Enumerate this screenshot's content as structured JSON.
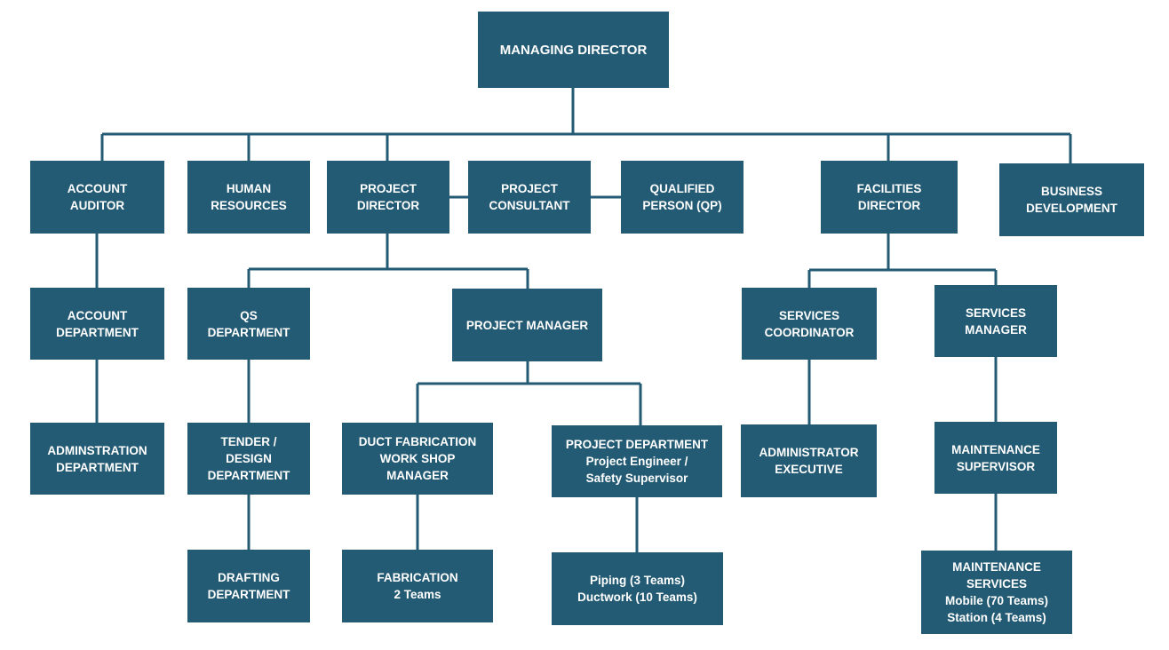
{
  "nodes": {
    "md": {
      "lines": [
        "MANAGING DIRECTOR"
      ]
    },
    "account_auditor": {
      "lines": [
        "ACCOUNT",
        "AUDITOR"
      ]
    },
    "human_resources": {
      "lines": [
        "HUMAN",
        "RESOURCES"
      ]
    },
    "project_director": {
      "lines": [
        "PROJECT",
        "DIRECTOR"
      ]
    },
    "project_consultant": {
      "lines": [
        "PROJECT",
        "CONSULTANT"
      ]
    },
    "qualified_person": {
      "lines": [
        "QUALIFIED",
        "PERSON (QP)"
      ]
    },
    "facilities_director": {
      "lines": [
        "FACILITIES",
        "DIRECTOR"
      ]
    },
    "business_development": {
      "lines": [
        "BUSINESS",
        "DEVELOPMENT"
      ]
    },
    "account_department": {
      "lines": [
        "ACCOUNT",
        "DEPARTMENT"
      ]
    },
    "qs_department": {
      "lines": [
        "QS",
        "DEPARTMENT"
      ]
    },
    "project_manager": {
      "lines": [
        "PROJECT MANAGER"
      ]
    },
    "services_coordinator": {
      "lines": [
        "SERVICES",
        "COORDINATOR"
      ]
    },
    "services_manager": {
      "lines": [
        "SERVICES",
        "MANAGER"
      ]
    },
    "administration_department": {
      "lines": [
        "ADMINSTRATION",
        "DEPARTMENT"
      ]
    },
    "tender_design_department": {
      "lines": [
        "TENDER /",
        "DESIGN",
        "DEPARTMENT"
      ]
    },
    "duct_fabrication_manager": {
      "lines": [
        "DUCT FABRICATION",
        "WORK SHOP",
        "MANAGER"
      ]
    },
    "project_department": {
      "lines": [
        "PROJECT DEPARTMENT",
        "Project Engineer /",
        "Safety Supervisor"
      ]
    },
    "administrator_executive": {
      "lines": [
        "ADMINISTRATOR",
        "EXECUTIVE"
      ]
    },
    "maintenance_supervisor": {
      "lines": [
        "MAINTENANCE",
        "SUPERVISOR"
      ]
    },
    "drafting_department": {
      "lines": [
        "DRAFTING",
        "DEPARTMENT"
      ]
    },
    "fabrication": {
      "lines": [
        "FABRICATION",
        "2 Teams"
      ]
    },
    "piping_ductwork": {
      "lines": [
        "Piping (3 Teams)",
        "Ductwork (10 Teams)"
      ]
    },
    "maintenance_services": {
      "lines": [
        "MAINTENANCE",
        "SERVICES",
        "Mobile (70 Teams)",
        "Station (4 Teams)"
      ]
    }
  },
  "colors": {
    "box": "#245b74",
    "line": "#245b74",
    "text": "#ffffff"
  }
}
